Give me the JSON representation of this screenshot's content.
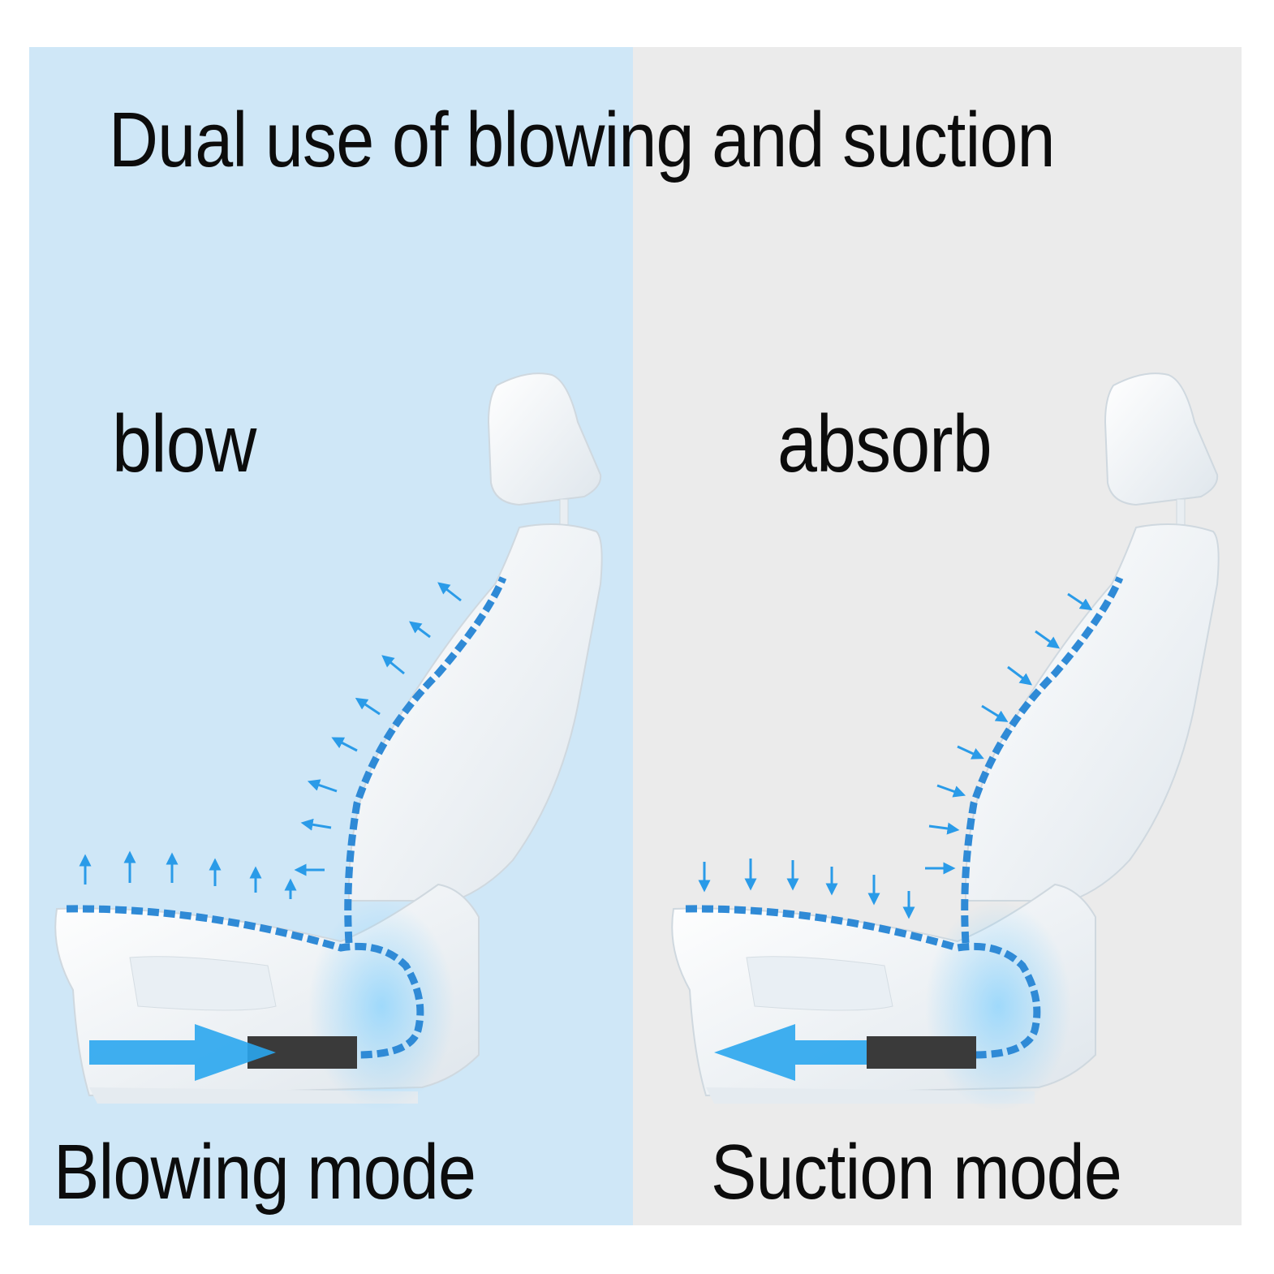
{
  "title": "Dual use of blowing and suction",
  "panels": {
    "left": {
      "label": "blow",
      "caption": "Blowing mode",
      "color": "#cfe7f7"
    },
    "right": {
      "label": "absorb",
      "caption": "Suction mode",
      "color": "#ebebeb"
    }
  },
  "colors": {
    "airflow": "#1e88e5",
    "duct": "#2f8ad6",
    "fan": "#3a3a3a",
    "seat": "#f7f9fb"
  }
}
